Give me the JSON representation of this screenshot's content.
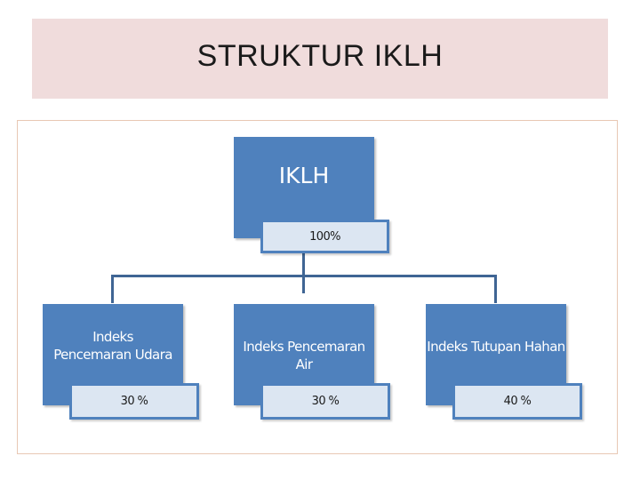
{
  "title": "STRUKTUR IKLH",
  "diagram": {
    "root": {
      "label": "IKLH",
      "weight": "100%"
    },
    "children": [
      {
        "label": "Indeks Pencemaran Udara",
        "weight": "30 %"
      },
      {
        "label": "Indeks Pencemaran Air",
        "weight": "30 %"
      },
      {
        "label": "Indeks Tutupan Hahan",
        "weight": "40 %"
      }
    ]
  },
  "colors": {
    "node_fill": "#4f81bd",
    "tab_fill": "#dce6f2",
    "connector": "#3f6594",
    "title_background": "#f0dcdc"
  }
}
